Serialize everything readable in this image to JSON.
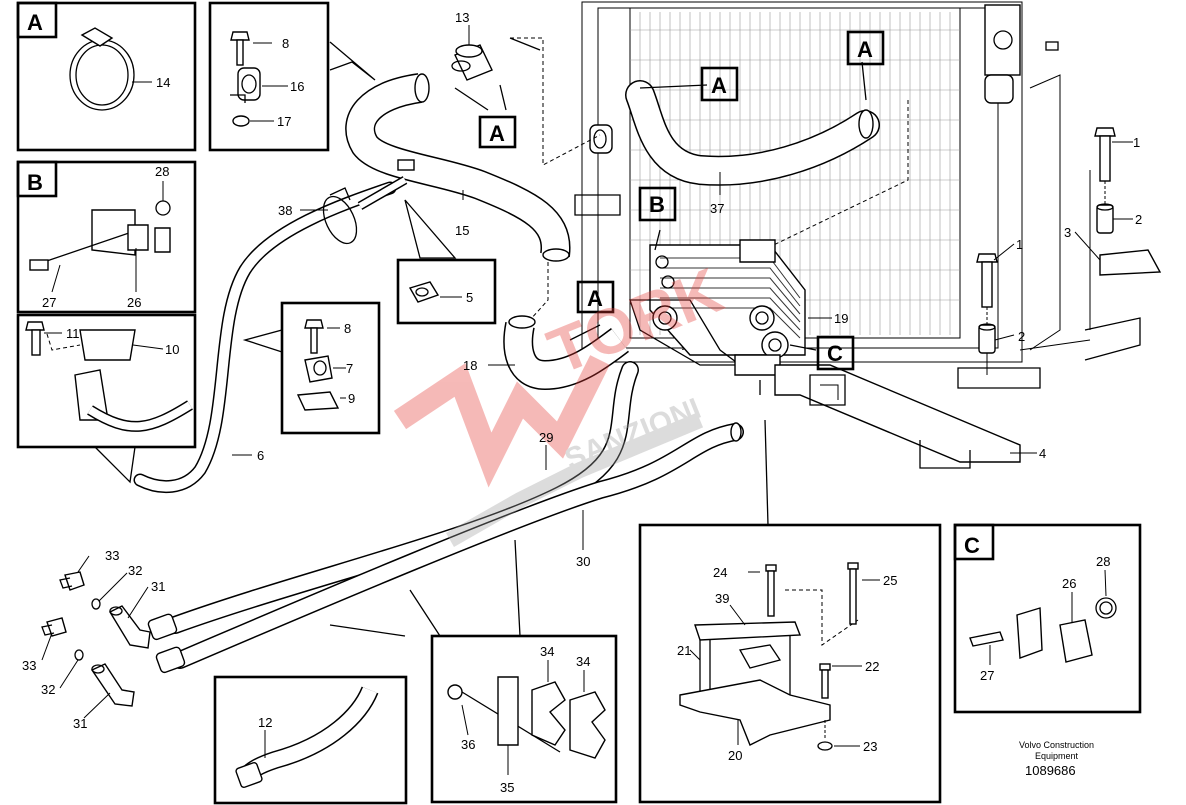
{
  "callouts": {
    "c1a": "1",
    "c1b": "1",
    "c2a": "2",
    "c2b": "2",
    "c3": "3",
    "c4": "4",
    "c5": "5",
    "c6": "6",
    "c7": "7",
    "c8a": "8",
    "c8b": "8",
    "c9": "9",
    "c10": "10",
    "c11": "11",
    "c12": "12",
    "c13": "13",
    "c14": "14",
    "c15": "15",
    "c16": "16",
    "c17": "17",
    "c18": "18",
    "c19": "19",
    "c20": "20",
    "c21": "21",
    "c22": "22",
    "c23": "23",
    "c24": "24",
    "c25": "25",
    "c26a": "26",
    "c26b": "26",
    "c27a": "27",
    "c27b": "27",
    "c28a": "28",
    "c28b": "28",
    "c29": "29",
    "c30": "30",
    "c31a": "31",
    "c31b": "31",
    "c32a": "32",
    "c32b": "32",
    "c33a": "33",
    "c33b": "33",
    "c34a": "34",
    "c34b": "34",
    "c35": "35",
    "c36": "36",
    "c37": "37",
    "c38": "38",
    "c39": "39"
  },
  "detail_tags": {
    "a_box": "A",
    "a_hose_upper": "A",
    "a_hose_right": "A",
    "a_lower": "A",
    "a_pipe": "A",
    "b_box": "B",
    "b_cooler": "B",
    "c_box": "C",
    "c_cooler": "C"
  },
  "footer": {
    "company_line1": "Volvo Construction",
    "company_line2": "Equipment",
    "drawing_number": "1089686"
  },
  "watermark": {
    "brand": "TORK",
    "subtitle": "SANZIONI"
  }
}
